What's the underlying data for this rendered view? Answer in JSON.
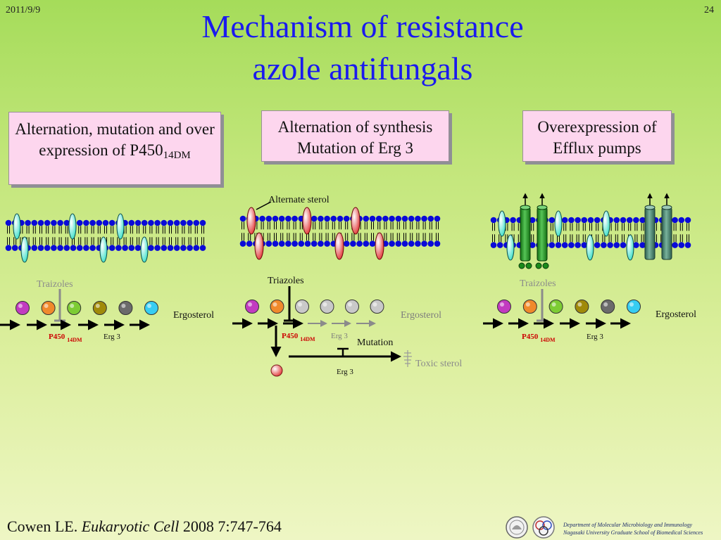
{
  "header": {
    "date": "2011/9/9",
    "page_number": "24"
  },
  "title": {
    "line1": "Mechanism of resistance",
    "line2": "azole antifungals"
  },
  "boxes": {
    "left": {
      "text": "Alternation, mutation and over expression of P450",
      "sub": "14DM"
    },
    "middle": {
      "line1": "Alternation of synthesis",
      "line2": "Mutation of Erg 3"
    },
    "right": {
      "line1": "Overexpression of",
      "line2": "Efflux pumps"
    }
  },
  "labels": {
    "alternate_sterol": "Alternate sterol",
    "triazoles": "Traizoles",
    "triazoles_mid": "Triazoles",
    "ergosterol": "Ergosterol",
    "p450": "P450",
    "p450_sub": "14DM",
    "erg3": "Erg 3",
    "mutation": "Mutation",
    "toxic_sterol": "Toxic sterol"
  },
  "colors": {
    "lipid_head": "#0a0ad8",
    "triazole_active": "#111111",
    "triazole_faded": "#8b8b8b",
    "p450_label": "#cc0000",
    "faded_text": "#7d7d7d",
    "pump_green": "#1e8f1e",
    "pump_teal": "#3f7f68"
  },
  "pathway_dot_colors": [
    "#c23bc0",
    "#f08a2c",
    "#7dcc34",
    "#a08a0a",
    "#6b6b6b",
    "#37cdf2"
  ],
  "citation": {
    "author": "Cowen LE. ",
    "journal": "Eukaryotic Cell",
    "rest": " 2008 7:747-764"
  },
  "footer": {
    "dept_line1": "Department of Molecular Microbiology and Immunology",
    "dept_line2": "Nagasaki University Graduate School of Biomedical Sciences"
  }
}
